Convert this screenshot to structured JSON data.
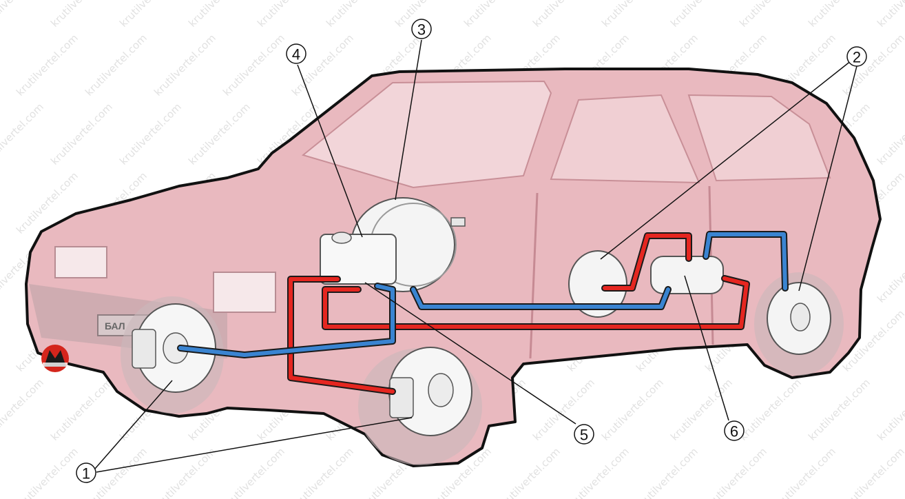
{
  "diagram": {
    "colors": {
      "body_fill": "#e9b9bf",
      "body_stroke": "#111111",
      "pressure_line": "#e52620",
      "return_line": "#3a84d1",
      "components": "#f2f2f2"
    },
    "callouts": [
      {
        "id": "1",
        "label": "1"
      },
      {
        "id": "2",
        "label": "2"
      },
      {
        "id": "3",
        "label": "3"
      },
      {
        "id": "4",
        "label": "4"
      },
      {
        "id": "5",
        "label": "5"
      },
      {
        "id": "6",
        "label": "6"
      }
    ],
    "badge_icon": "monolith-logo-icon",
    "plate_text": "БАЛ",
    "watermark": "krutilvertel.com"
  }
}
